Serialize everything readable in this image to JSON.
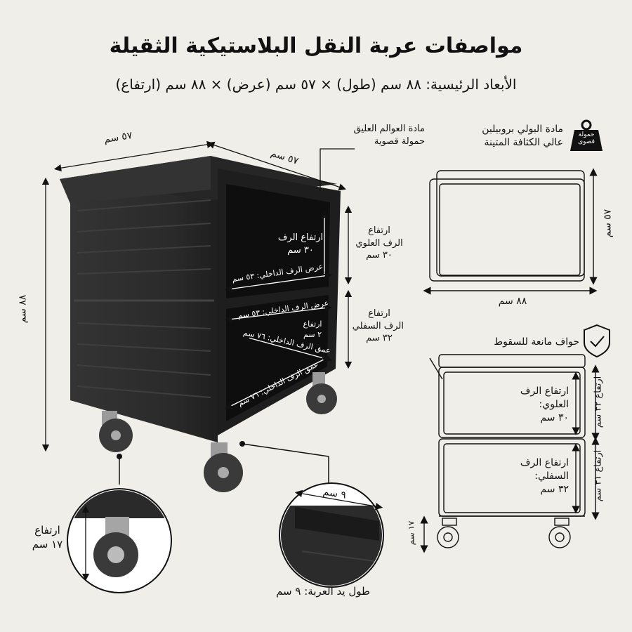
{
  "title": "مواصفات عربة النقل البلاستيكية الثقيلة",
  "subtitle": "الأبعاد الرئيسية: ٨٨ سم (طول) × ٥٧ سم (عرض) × ٨٨ سم (ارتفاع)",
  "cart": {
    "top_width": "٥٧ سم",
    "depth": "٥٧ سم",
    "height": "٨٨ سم",
    "material_note_line1": "مادة العوالم العليق",
    "material_note_line2": "حمولة قصوية",
    "upper_shelf_height_line1": "ارتفاع الرف",
    "upper_shelf_height_line2": "٣٠ سم",
    "upper_inner_width": "عرض الرف الداخلي: ٥٣ سم",
    "lower_inner_width": "عرض الرف الداخلي: ٥٣ سم",
    "gap_height_line1": "ارتفاع",
    "gap_height_line2": "٢ سم",
    "lower_inner_depth_1": "عمق الرف الداخلي: ٧٦ سم",
    "lower_inner_depth_2": "عمق الرف الداخلي: ٧٦ سم",
    "right_upper_line1": "ارتفاع",
    "right_upper_line2": "الرف العلوي",
    "right_upper_line3": "٣٠ سم",
    "right_lower_line1": "ارتفاع",
    "right_lower_line2": "الرف السفلي",
    "right_lower_line3": "٣٢ سم"
  },
  "spec_material": {
    "line1": "مادة البولي بروبيلين",
    "line2": "عالي الكثافة المتينة",
    "badge_line1": "حمولة",
    "badge_line2": "قصوى"
  },
  "top_view": {
    "width_label": "٥٧ سم",
    "length_label": "٨٨ سم"
  },
  "side_view": {
    "anti_fall": "حواف مانعة للسقوط",
    "upper_line1": "ارتفاع الرف",
    "upper_line2": "العلوي:",
    "upper_line3": "٣٠ سم",
    "lower_line1": "ارتفاع الرف",
    "lower_line2": "السفلي:",
    "lower_line3": "٣٢ سم",
    "upper_outer": "ارتفاع ٣٢ سم",
    "lower_outer": "ارتفاع ٣١ سم",
    "wheel_height": "١٧ سم"
  },
  "wheel_detail": {
    "label_line1": "ارتفاع",
    "label_line2": "١٧ سم"
  },
  "handle_detail": {
    "width_label": "٩ سم",
    "caption": "طول يد العربة: ٩ سم"
  },
  "colors": {
    "background": "#efeee9",
    "cart_body": "#2b2b2b",
    "line": "#111111"
  }
}
